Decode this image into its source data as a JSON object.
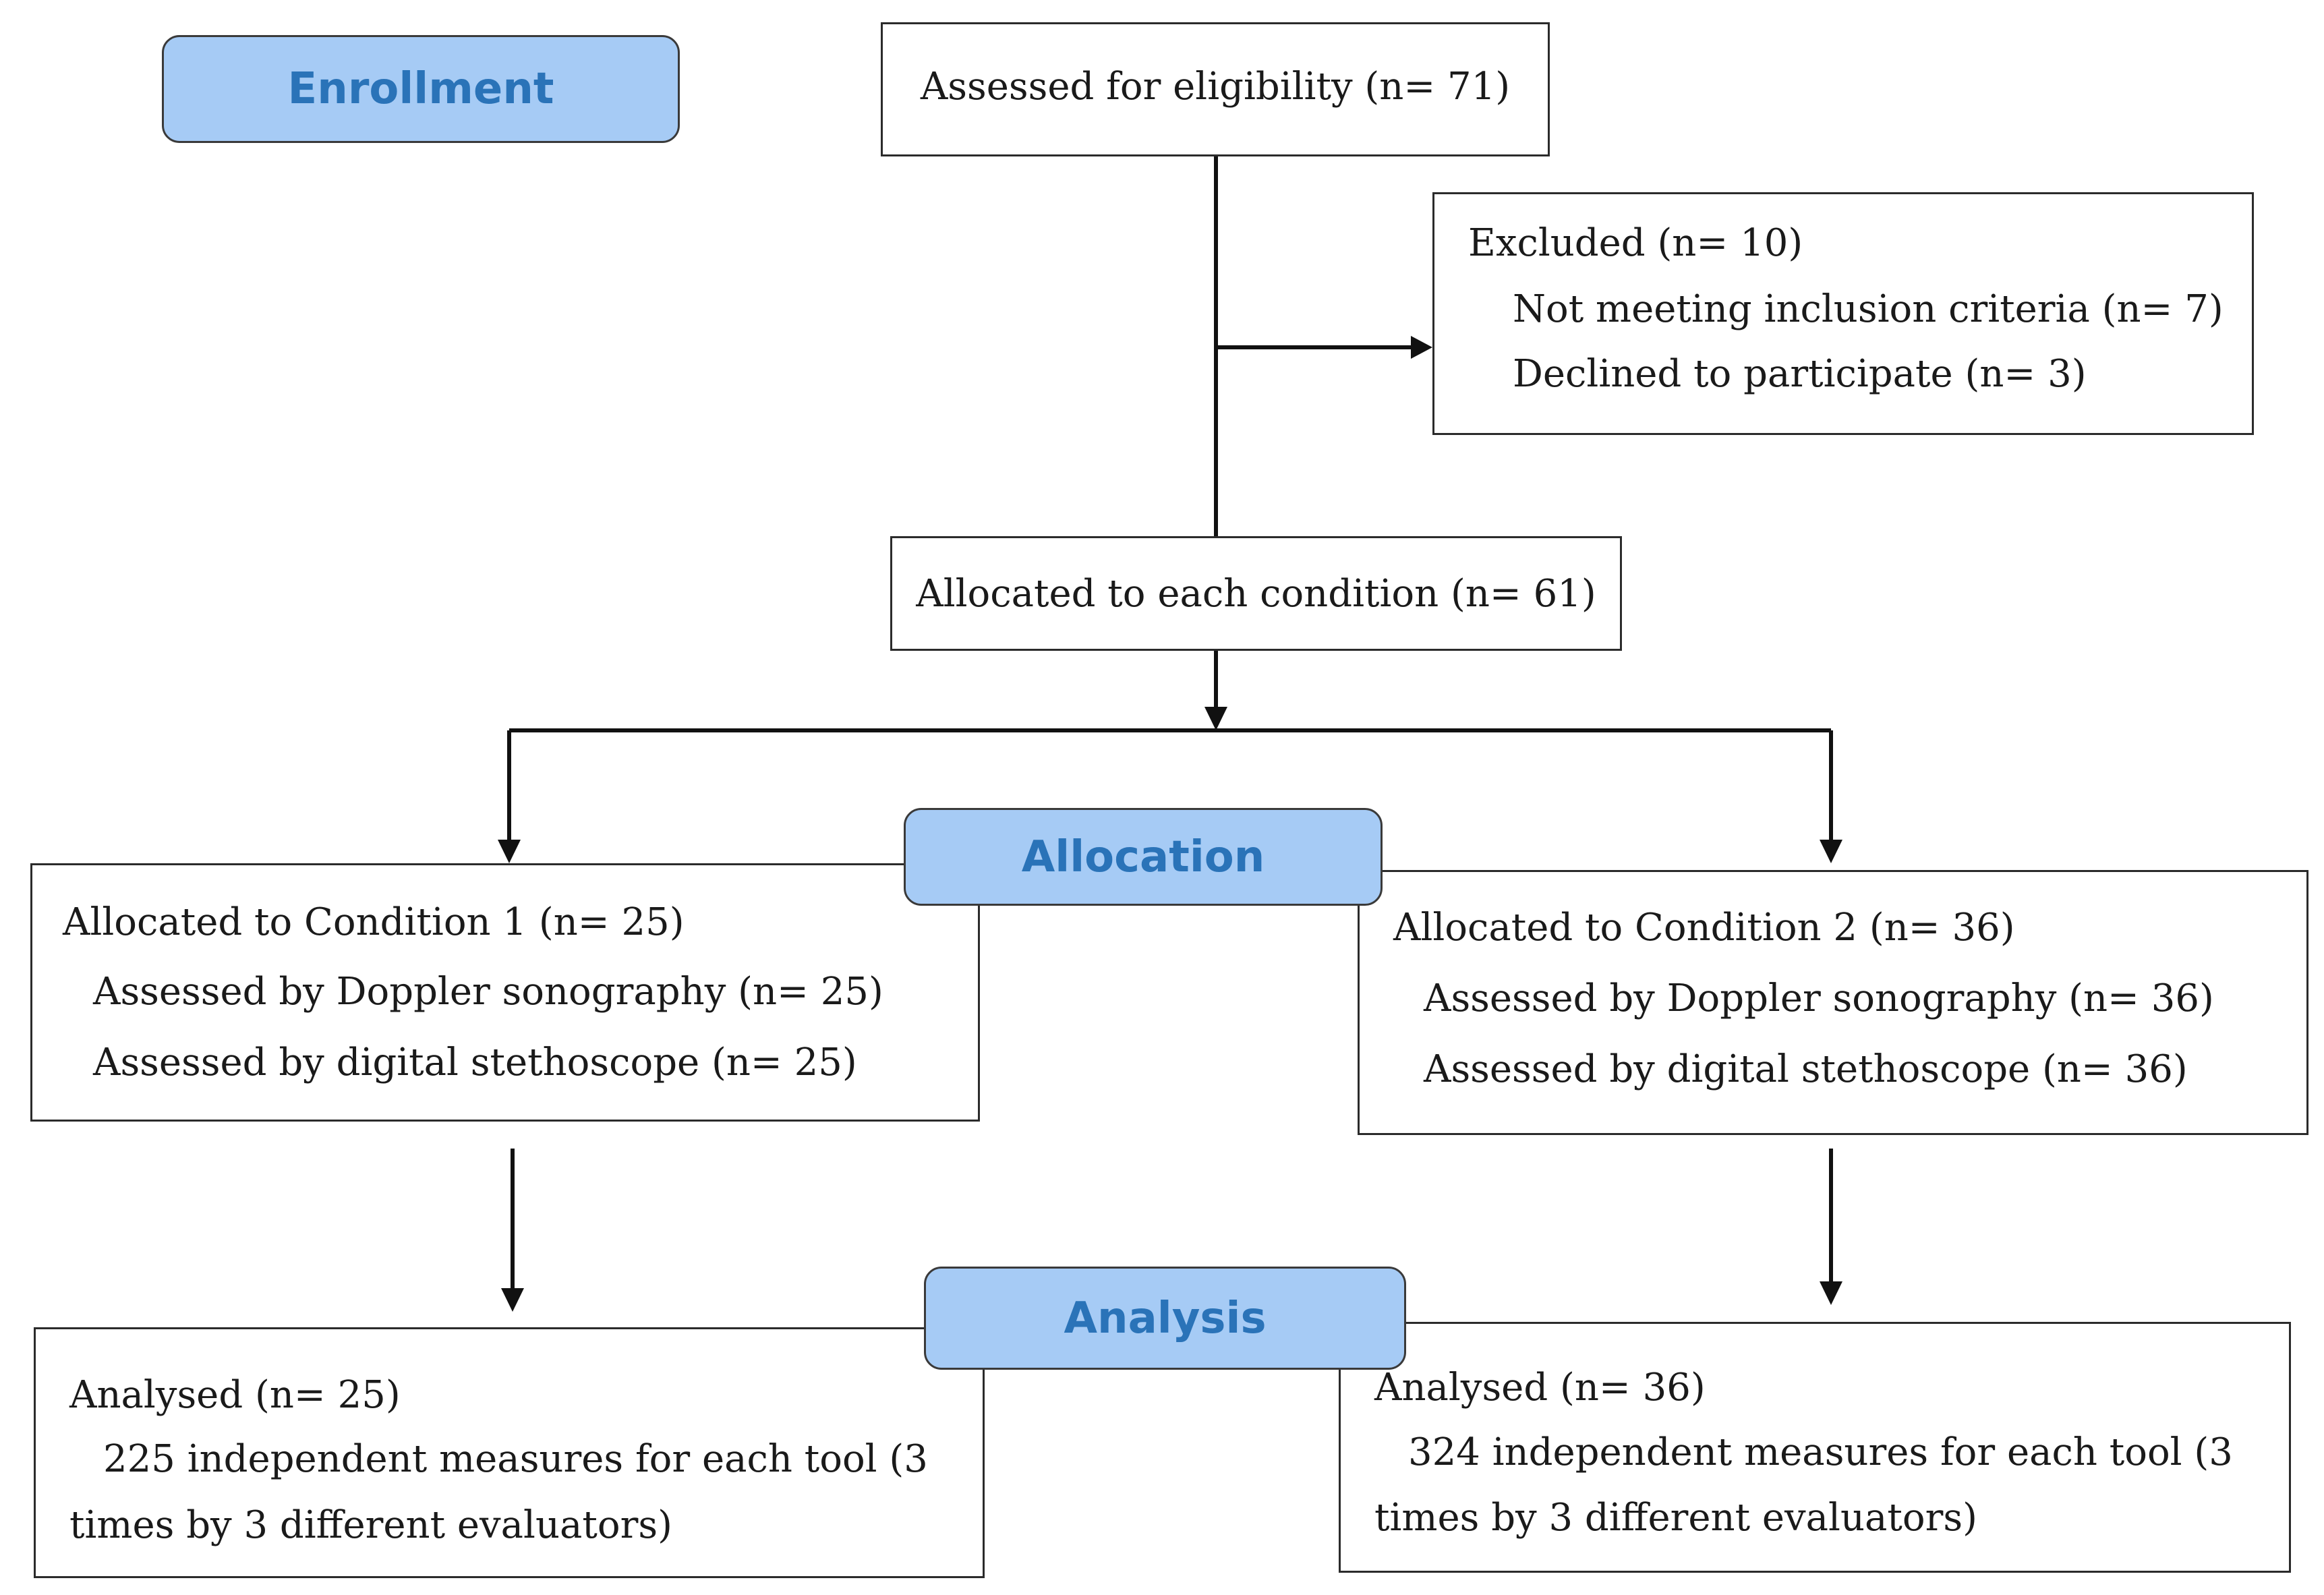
{
  "stages": {
    "enrollment": "Enrollment",
    "allocation": "Allocation",
    "analysis": "Analysis"
  },
  "eligibility": {
    "text": "Assessed for eligibility (n= 71)"
  },
  "excluded": {
    "title": "Excluded (n= 10)",
    "items": [
      "Not meeting inclusion criteria (n= 7)",
      "Declined to participate (n= 3)"
    ]
  },
  "allocated_total": {
    "text": "Allocated to each condition (n= 61)"
  },
  "condition1": {
    "title": "Allocated to Condition 1 (n= 25)",
    "items": [
      "Assessed by Doppler sonography (n= 25)",
      "Assessed by digital stethoscope (n= 25)"
    ]
  },
  "condition2": {
    "title": "Allocated to Condition 2 (n= 36)",
    "items": [
      "Assessed by Doppler sonography (n= 36)",
      "Assessed by digital stethoscope (n=  36)"
    ]
  },
  "analysis1": {
    "title": "Analysed (n= 25)",
    "lines": [
      "225 independent measures for each tool (3",
      "times by 3 different evaluators)"
    ]
  },
  "analysis2": {
    "title": "Analysed (n= 36)",
    "lines": [
      "324 independent measures for each tool (3",
      "times by 3 different evaluators)"
    ]
  }
}
